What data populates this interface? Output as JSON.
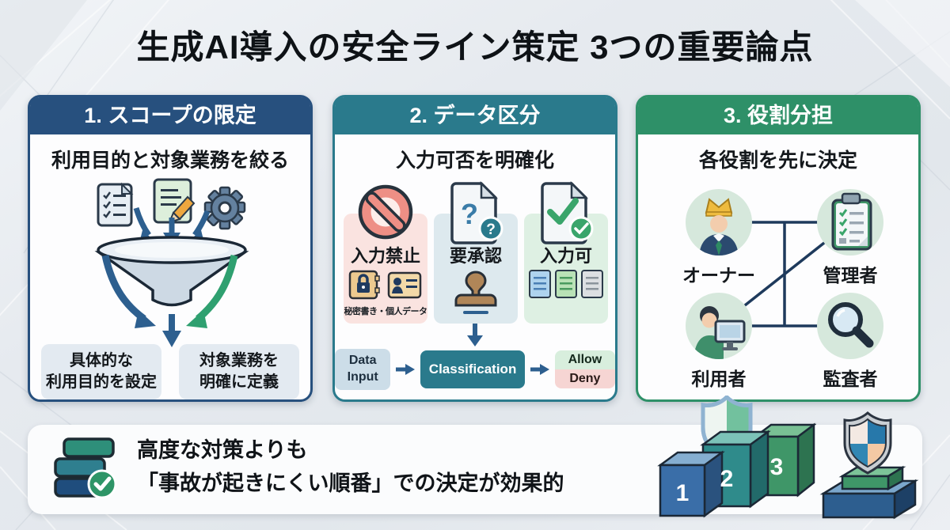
{
  "title": "生成AI導入の安全ライン策定 3つの重要論点",
  "cards": {
    "scope": {
      "header": "1. スコープの限定",
      "subtitle": "利用目的と対象業務を絞る",
      "box1_line1": "具体的な",
      "box1_line2": "利用目的を設定",
      "box2_line1": "対象業務を",
      "box2_line2": "明確に定義"
    },
    "data": {
      "header": "2. データ区分",
      "subtitle": "入力可否を明確化",
      "col1_label": "入力禁止",
      "col1_caption": "秘密書き・個人データ",
      "col2_label": "要承認",
      "col3_label": "入力可",
      "flow_input": "Data Input",
      "flow_process": "Classification",
      "flow_allow": "Allow",
      "flow_deny": "Deny"
    },
    "roles": {
      "header": "3. 役割分担",
      "subtitle": "各役割を先に決定",
      "role1": "オーナー",
      "role2": "管理者",
      "role3": "利用者",
      "role4": "監査者"
    }
  },
  "footer": {
    "line1": "高度な対策よりも",
    "line2": "「事故が起きにくい順番」での決定が効果的",
    "podium_labels": [
      "1",
      "2",
      "3"
    ]
  },
  "colors": {
    "card1_accent": "#27507e",
    "card2_accent": "#2a7a8c",
    "card3_accent": "#2e9068",
    "prohibit_bg": "#fae3e0",
    "approval_bg": "#dde9ee",
    "allow_bg": "#def0e3",
    "classification_bg": "#2a7a8c",
    "allow_chip": "#d8eedd",
    "deny_chip": "#f6d5d3",
    "arrow_blue": "#2d5f8f",
    "arrow_green": "#2fa070",
    "role_circle_bg": "#d6e8dc"
  },
  "icons": {
    "card1": [
      "checklist-icon",
      "edit-document-icon",
      "gear-icon",
      "funnel-icon"
    ],
    "card2": [
      "prohibited-icon",
      "question-document-icon",
      "approved-document-icon",
      "locked-notebook-icon",
      "personal-data-card-icon",
      "stamp-icon",
      "mini-documents-icon"
    ],
    "card3": [
      "owner-crown-icon",
      "admin-clipboard-icon",
      "user-computer-icon",
      "auditor-magnifier-icon"
    ],
    "footer": [
      "stacked-layers-check-icon",
      "podium-shield-icon",
      "quartered-shield-icon"
    ]
  }
}
